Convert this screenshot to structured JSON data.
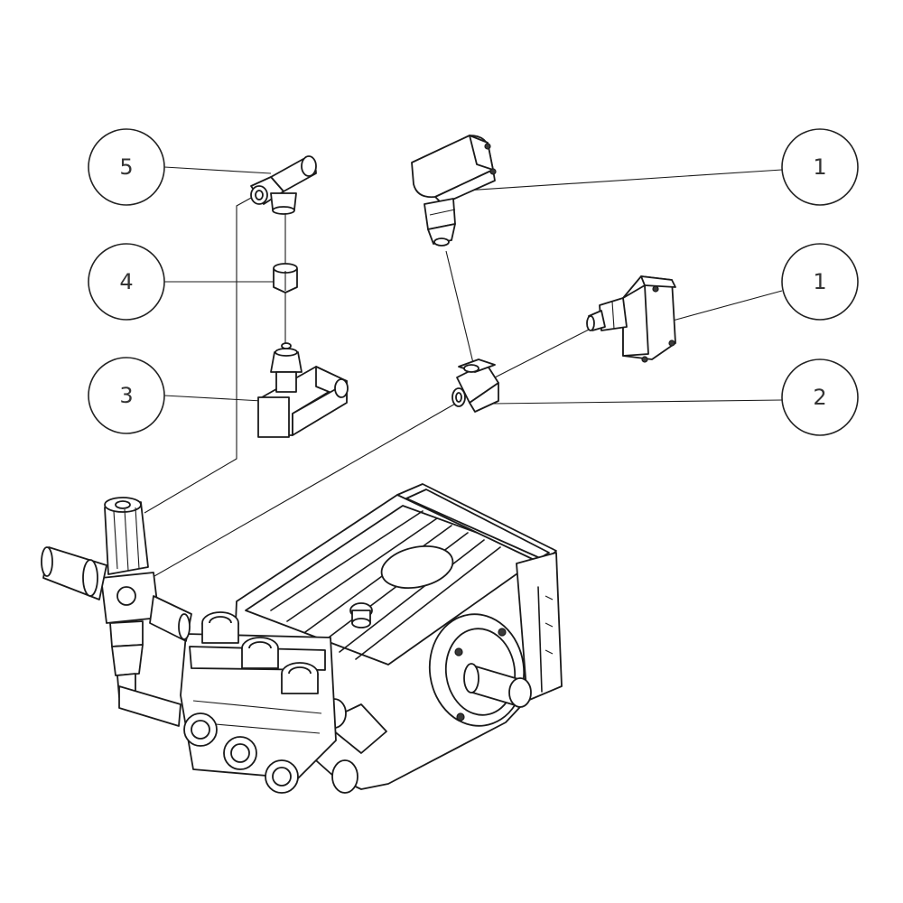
{
  "callouts": [
    {
      "id": "c1a",
      "label": "1"
    },
    {
      "id": "c1b",
      "label": "1"
    },
    {
      "id": "c2",
      "label": "2"
    },
    {
      "id": "c3",
      "label": "3"
    },
    {
      "id": "c4",
      "label": "4"
    },
    {
      "id": "c5",
      "label": "5"
    }
  ]
}
